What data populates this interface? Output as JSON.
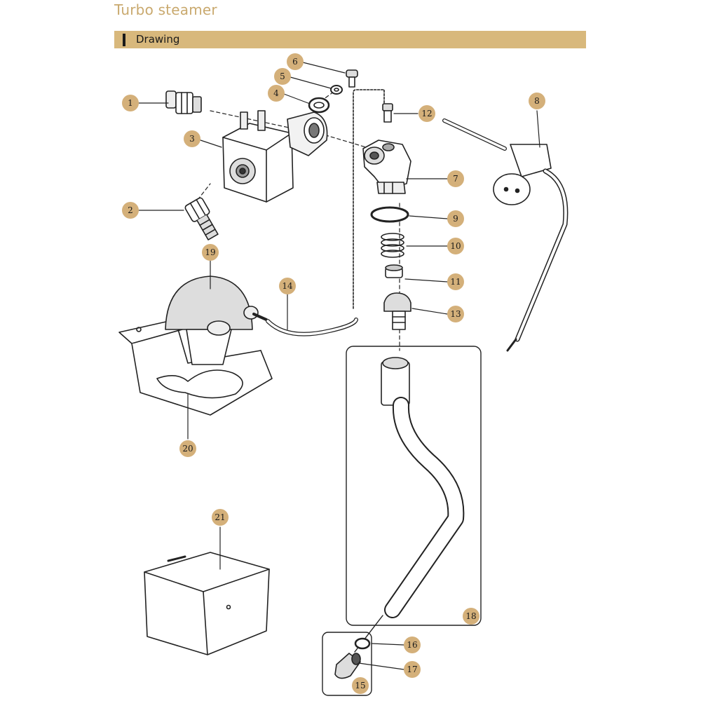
{
  "header": {
    "title": "Turbo steamer",
    "section": "Drawing"
  },
  "colors": {
    "accent": "#d8b87c",
    "title": "#c9a96e",
    "callout": "#d4b07a",
    "line": "#222222"
  },
  "callouts": {
    "c1": "1",
    "c2": "2",
    "c3": "3",
    "c4": "4",
    "c5": "5",
    "c6": "6",
    "c7": "7",
    "c8": "8",
    "c9": "9",
    "c10": "10",
    "c11": "11",
    "c12": "12",
    "c13": "13",
    "c14": "14",
    "c15": "15",
    "c16": "16",
    "c17": "17",
    "c18": "18",
    "c19": "19",
    "c20": "20",
    "c21": "21"
  }
}
